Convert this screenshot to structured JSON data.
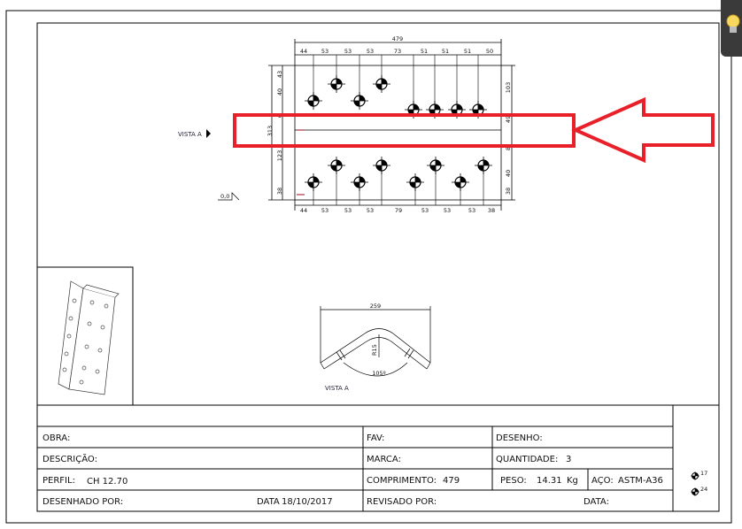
{
  "view_label": "VISTA A",
  "origin_label": "0,0",
  "top_dims": {
    "overall": "479",
    "segments": [
      "44",
      "53",
      "53",
      "53",
      "73",
      "51",
      "51",
      "51",
      "50"
    ]
  },
  "bottom_dims": [
    "44",
    "53",
    "53",
    "53",
    "79",
    "53",
    "53",
    "53",
    "38"
  ],
  "left_dims": {
    "overall": "313",
    "segments": [
      "43",
      "40",
      "6",
      "123",
      "38"
    ]
  },
  "right_dims": [
    "103",
    "49",
    "8",
    "40",
    "38"
  ],
  "section_view": {
    "width": "259",
    "radius": "R15",
    "angle": "105º",
    "label": "VISTA A"
  },
  "title_block": {
    "obra": "OBRA:",
    "fav": "FAV:",
    "desenho": "DESENHO:",
    "descricao": "DESCRIÇÃO:",
    "marca": "MARCA:",
    "quantidade_label": "QUANTIDADE:",
    "quantidade": "3",
    "perfil_label": "PERFIL:",
    "perfil": "CH 12.70",
    "comprimento_label": "COMPRIMENTO:",
    "comprimento": "479",
    "peso_label": "PESO:",
    "peso": "14.31",
    "peso_unit": "Kg",
    "aco_label": "AÇO:",
    "aco": "ASTM-A36",
    "desenhado_por": "DESENHADO POR:",
    "data_label": "DATA",
    "data": "18/10/2017",
    "revisado_por": "REVISADO POR:",
    "data2": "DATA:"
  },
  "legend": [
    {
      "count": "17"
    },
    {
      "count": "24"
    }
  ],
  "colors": {
    "highlight": "#e8202a",
    "line": "#000000"
  }
}
